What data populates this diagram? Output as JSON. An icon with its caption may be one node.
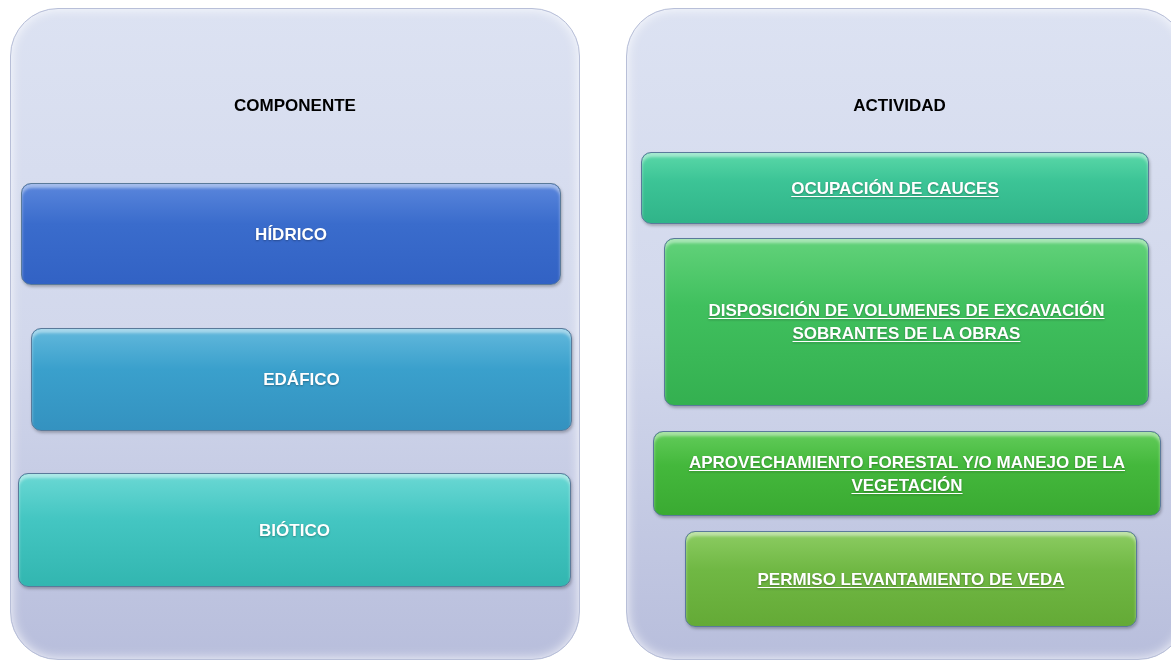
{
  "diagram": {
    "nodes": [
      {
        "text": [
          "COMPONENTE"
        ]
      },
      {
        "text": [
          "HÍDRICO"
        ],
        "in": 0
      },
      {
        "text": [
          "EDÁFICO"
        ],
        "in": 0
      },
      {
        "text": [
          "BIÓTICO"
        ],
        "in": 0
      },
      {
        "text": [
          "ACTIVIDAD"
        ]
      },
      {
        "text": [
          "OCUPACIÓN DE CAUCES"
        ],
        "in": 4
      },
      {
        "text": [
          "DISPOSICIÓN DE VOLUMENES DE EXCAVACIÓN SOBRANTES DE LA OBRAS"
        ],
        "in": 4
      },
      {
        "text": [
          "APROVECHAMIENTO FORESTAL Y/O MANEJO DE LA VEGETACIÓN"
        ],
        "in": 4
      },
      {
        "text": [
          "PERMISO LEVANTAMIENTO DE VEDA"
        ],
        "in": 4
      }
    ],
    "edges": []
  }
}
